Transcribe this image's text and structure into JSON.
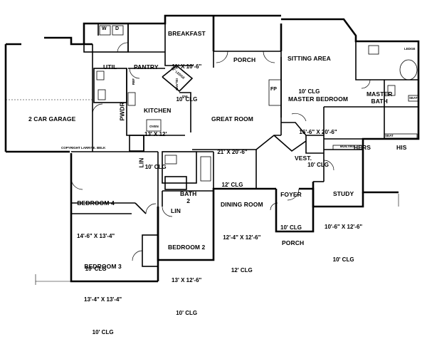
{
  "rooms": {
    "breakfast": {
      "name": "BREAKFAST",
      "dims": "11' X 10'-6\"",
      "clg": "10' CLG"
    },
    "porch_rear": {
      "name": "PORCH"
    },
    "sitting": {
      "name": "SITTING AREA",
      "clg": "10' CLG"
    },
    "master_bed": {
      "name": "MASTER BEDROOM",
      "dims": "16'-6\" X 20'-6\"",
      "clg": "10' CLG"
    },
    "master_bath": {
      "name": "MASTER\nBATH"
    },
    "garage": {
      "name": "2 CAR GARAGE"
    },
    "util": {
      "name": "UTIL"
    },
    "pantry": {
      "name": "PANTRY"
    },
    "pwdr": {
      "name": "PWDR"
    },
    "kitchen": {
      "name": "KITCHEN",
      "dims": "13' X 12'",
      "clg": "10' CLG"
    },
    "great": {
      "name": "GREAT ROOM",
      "dims": "21' X 20'-6\"",
      "clg": "12' CLG"
    },
    "hers": {
      "name": "HERS"
    },
    "his": {
      "name": "HIS"
    },
    "vest": {
      "name": "VEST."
    },
    "lin1": {
      "name": "LIN"
    },
    "bed4": {
      "name": "BEDROOM 4",
      "dims": "14'-6\" X 13'-4\"",
      "clg": "10' CLG"
    },
    "bath2": {
      "name": "BATH\n2"
    },
    "lin2": {
      "name": "LIN"
    },
    "dining": {
      "name": "DINING ROOM",
      "dims": "12'-4\" X 12'-6\"",
      "clg": "12' CLG"
    },
    "foyer": {
      "name": "FOYER",
      "clg": "10' CLG"
    },
    "study": {
      "name": "STUDY",
      "dims": "10'-6\" X 12'-6\"",
      "clg": "10' CLG"
    },
    "bed2": {
      "name": "BEDROOM 2",
      "dims": "13' X 12'-6\"",
      "clg": "10' CLG"
    },
    "bed3": {
      "name": "BEDROOM 3",
      "dims": "13'-4\" X 13'-4\"",
      "clg": "10' CLG"
    },
    "porch_front": {
      "name": "PORCH"
    }
  },
  "small_labels": {
    "fp": "FP",
    "washer": "W",
    "dryer": "D",
    "copyright": "COPYRIGHT LARRY E. BELK",
    "builtins": "BUILTINS",
    "seat1": "SEAT",
    "seat2": "SEAT",
    "ledge": "LEDGE",
    "ledge_kitchen": "42\" LEDGE",
    "island": "ISLAND",
    "dw": "DW",
    "oven": "OVEN",
    "ref": "REF"
  }
}
